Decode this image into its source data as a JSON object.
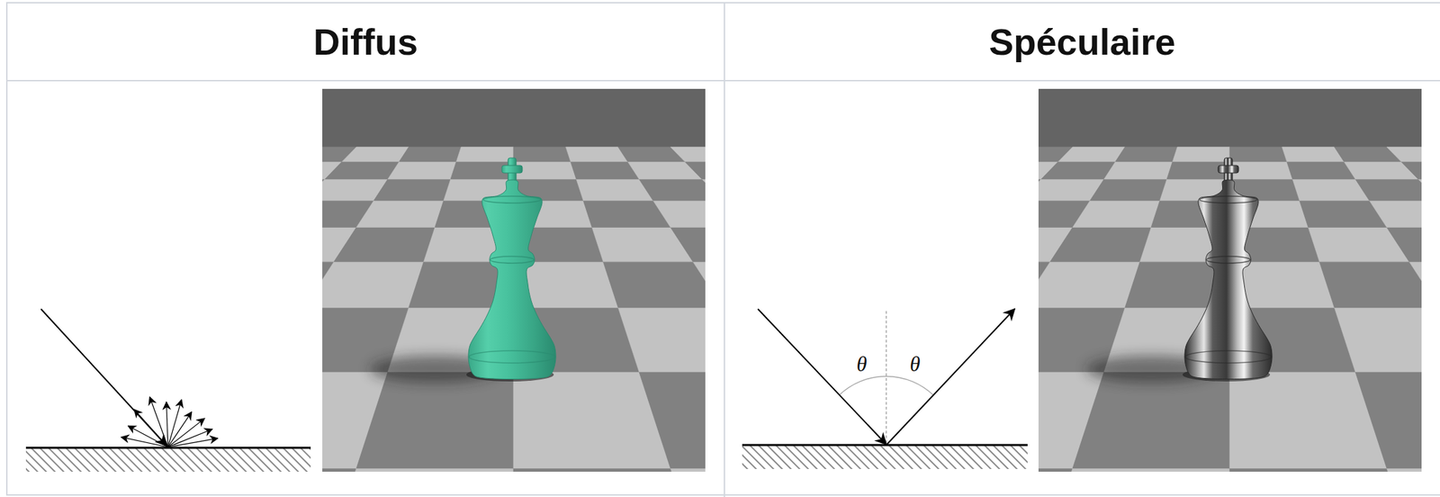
{
  "diagram": {
    "nodes": [
      {
        "text": [
          "Diffus"
        ]
      },
      {
        "text": [
          "Spéculaire"
        ]
      }
    ],
    "labels": [
      "θ",
      "θ"
    ]
  }
}
